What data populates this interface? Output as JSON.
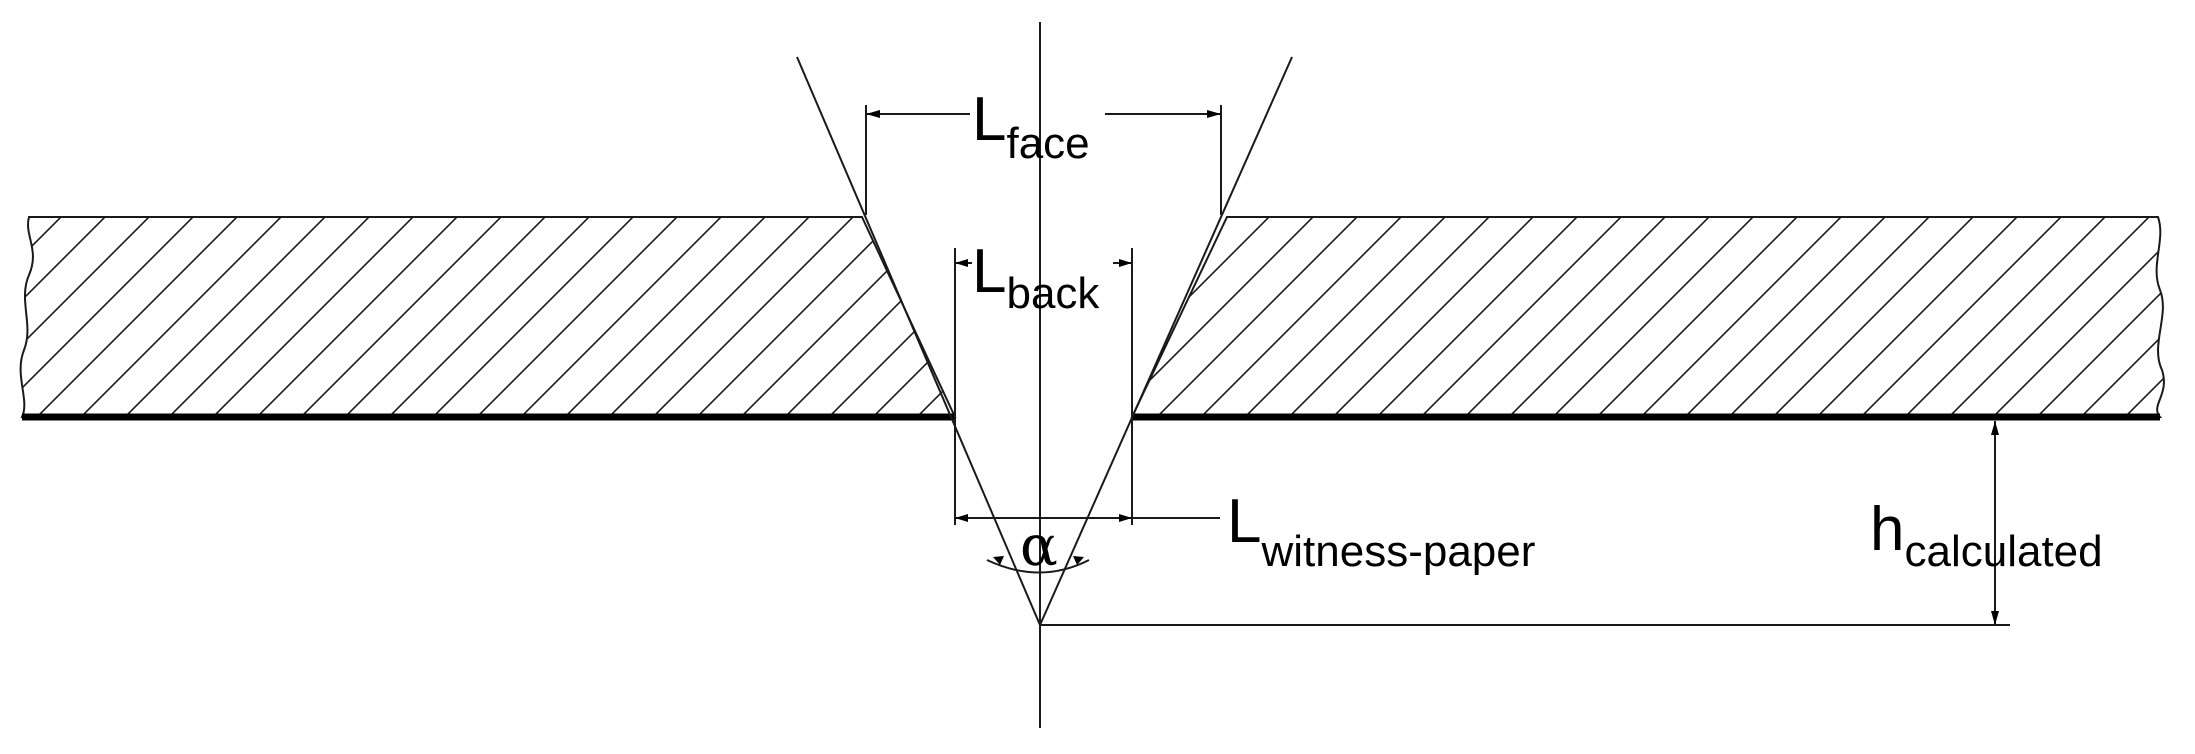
{
  "labels": {
    "l_face": {
      "main": "L",
      "sub": "face"
    },
    "l_back": {
      "main": "L",
      "sub": "back"
    },
    "l_witness_paper": {
      "main": "L",
      "sub": "witness-paper"
    },
    "h_calculated": {
      "main": "h",
      "sub": "calculated"
    },
    "alpha": "α"
  }
}
